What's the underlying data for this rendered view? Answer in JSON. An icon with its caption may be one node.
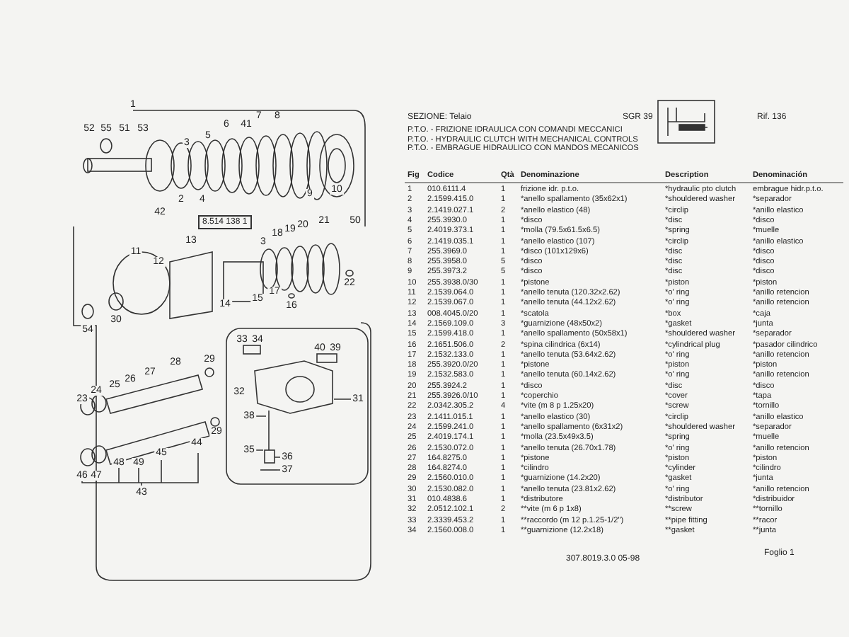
{
  "diagram": {
    "labels": [
      "1",
      "52",
      "55",
      "51",
      "53",
      "6",
      "41",
      "7",
      "8",
      "3",
      "5",
      "2",
      "4",
      "42",
      "9",
      "10",
      "21",
      "50",
      "18",
      "19",
      "20",
      "13",
      "11",
      "12",
      "3",
      "22",
      "17",
      "15",
      "14",
      "16",
      "30",
      "54",
      "33",
      "34",
      "40",
      "39",
      "32",
      "31",
      "38",
      "35",
      "36",
      "37",
      "28",
      "29",
      "27",
      "26",
      "25",
      "24",
      "23",
      "29",
      "44",
      "45",
      "48",
      "49",
      "46",
      "47",
      "43",
      "8.514 138 1",
      "SEZIONE: Telaio",
      "SGR 39",
      "Rif. 136",
      "P.T.O. - FRIZIONE IDRAULICA CON COMANDI MECCANICI",
      "P.T.O. - HYDRAULIC CLUTCH WITH MECHANICAL CONTROLS",
      "P.T.O. - EMBRAGUE HIDRAULICO CON MANDOS MECANICOS",
      "Fig",
      "Codice",
      "Qtà",
      "Denominazione",
      "Description",
      "Denominación",
      "1",
      "010.6111.4",
      "1",
      "frizione idr. p.t.o.",
      "*hydraulic pto clutch",
      "embrague hidr.p.t.o.",
      "2",
      "2.1599.415.0",
      "1",
      "*anello spallamento (35x62x1)",
      "*shouldered washer",
      "*separador",
      "3",
      "2.1419.027.1",
      "2",
      "*anello elastico (48)",
      "*circlip",
      "*anillo elastico",
      "4",
      "255.3930.0",
      "1",
      "*disco",
      "*disc",
      "*disco",
      "5",
      "2.4019.373.1",
      "1",
      "*molla (79.5x61.5x6.5)",
      "*spring",
      "*muelle",
      "6",
      "2.1419.035.1",
      "1",
      "*anello elastico (107)",
      "*circlip",
      "*anillo elastico",
      "7",
      "255.3969.0",
      "1",
      "*disco (101x129x6)",
      "*disc",
      "*disco",
      "8",
      "255.3958.0",
      "5",
      "*disco",
      "*disc",
      "*disco",
      "9",
      "255.3973.2",
      "5",
      "*disco",
      "*disc",
      "*disco",
      "10",
      "255.3938.0/30",
      "1",
      "*pistone",
      "*piston",
      "*piston",
      "11",
      "2.1539.064.0",
      "1",
      "*anello tenuta (120.32x2.62)",
      "*o' ring",
      "*anillo retencion",
      "12",
      "2.1539.067.0",
      "1",
      "*anello tenuta (44.12x2.62)",
      "*o' ring",
      "*anillo retencion",
      "13",
      "008.4045.0/20",
      "1",
      "*scatola",
      "*box",
      "*caja",
      "14",
      "2.1569.109.0",
      "3",
      "*guarnizione (48x50x2)",
      "*gasket",
      "*junta",
      "15",
      "2.1599.418.0",
      "1",
      "*anello spallamento (50x58x1)",
      "*shouldered washer",
      "*separador",
      "16",
      "2.1651.506.0",
      "2",
      "*spina cilindrica (6x14)",
      "*cylindrical plug",
      "*pasador cilindrico",
      "17",
      "2.1532.133.0",
      "1",
      "*anello tenuta (53.64x2.62)",
      "*o' ring",
      "*anillo retencion",
      "18",
      "255.3920.0/20",
      "1",
      "*pistone",
      "*piston",
      "*piston",
      "19",
      "2.1532.583.0",
      "1",
      "*anello tenuta (60.14x2.62)",
      "*o' ring",
      "*anillo retencion",
      "20",
      "255.3924.2",
      "1",
      "*disco",
      "*disc",
      "*disco",
      "21",
      "255.3926.0/10",
      "1",
      "*coperchio",
      "*cover",
      "*tapa",
      "22",
      "2.0342.305.2",
      "4",
      "*vite (m 8 p 1.25x20)",
      "*screw",
      "*tornillo",
      "23",
      "2.1411.015.1",
      "1",
      "*anello elastico (30)",
      "*circlip",
      "*anillo elastico",
      "24",
      "2.1599.241.0",
      "1",
      "*anello spallamento (6x31x2)",
      "*shouldered washer",
      "*separador",
      "25",
      "2.4019.174.1",
      "1",
      "*molla (23.5x49x3.5)",
      "*spring",
      "*muelle",
      "26",
      "2.1530.072.0",
      "1",
      "*anello tenuta (26.70x1.78)",
      "*o' ring",
      "*anillo retencion",
      "27",
      "164.8275.0",
      "1",
      "*pistone",
      "*piston",
      "*piston",
      "28",
      "164.8274.0",
      "1",
      "*cilindro",
      "*cylinder",
      "*cilindro",
      "29",
      "2.1560.010.0",
      "1",
      "*guarnizione (14.2x20)",
      "*gasket",
      "*junta",
      "30",
      "2.1530.082.0",
      "1",
      "*anello tenuta (23.81x2.62)",
      "*o' ring",
      "*anillo retencion",
      "31",
      "010.4838.6",
      "1",
      "*distributore",
      "*distributor",
      "*distribuidor",
      "32",
      "2.0512.102.1",
      "2",
      "**vite (m 6 p 1x8)",
      "**screw",
      "**tornillo",
      "33",
      "2.3339.453.2",
      "1",
      "**raccordo (m 12 p.1.25-1/2\")",
      "**pipe fitting",
      "**racor",
      "34",
      "2.1560.008.0",
      "1",
      "**guarnizione (12.2x18)",
      "**gasket",
      "**junta",
      "307.8019.3.0 05-98",
      "Foglio 1"
    ]
  }
}
